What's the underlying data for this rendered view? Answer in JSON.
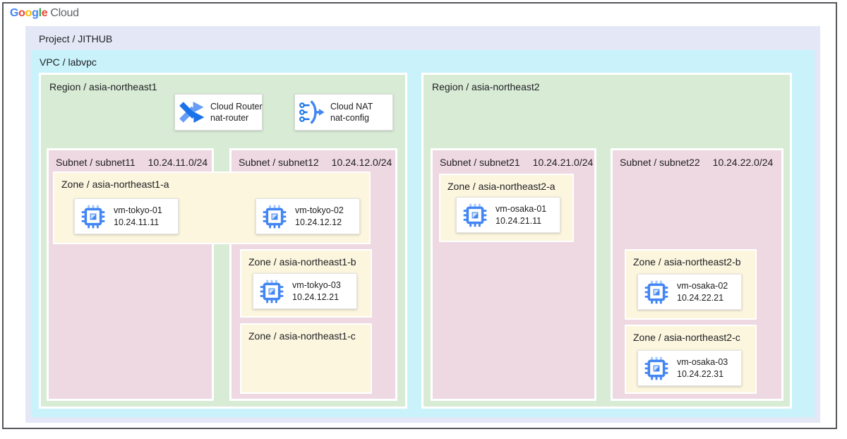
{
  "logo": {
    "google_letters": [
      {
        "ch": "G",
        "color": "#4285F4"
      },
      {
        "ch": "o",
        "color": "#EA4335"
      },
      {
        "ch": "o",
        "color": "#FBBC05"
      },
      {
        "ch": "g",
        "color": "#4285F4"
      },
      {
        "ch": "l",
        "color": "#34A853"
      },
      {
        "ch": "e",
        "color": "#EA4335"
      }
    ],
    "cloud_word": "Cloud"
  },
  "project": {
    "label": "Project / JITHUB"
  },
  "vpc": {
    "label": "VPC / labvpc"
  },
  "regions": [
    {
      "label": "Region / asia-northeast1",
      "services": [
        {
          "icon": "cloud-router-icon",
          "title": "Cloud Router",
          "name": "nat-router"
        },
        {
          "icon": "cloud-nat-icon",
          "title": "Cloud NAT",
          "name": "nat-config"
        }
      ],
      "subnets": [
        {
          "name": "Subnet / subnet11",
          "cidr": "10.24.11.0/24"
        },
        {
          "name": "Subnet / subnet12",
          "cidr": "10.24.12.0/24"
        }
      ],
      "zones": [
        {
          "name": "Zone / asia-northeast1-a",
          "vms": [
            {
              "icon": "compute-engine-icon",
              "name": "vm-tokyo-01",
              "ip": "10.24.11.11"
            },
            {
              "icon": "compute-engine-icon",
              "name": "vm-tokyo-02",
              "ip": "10.24.12.12"
            }
          ]
        },
        {
          "name": "Zone / asia-northeast1-b",
          "vms": [
            {
              "icon": "compute-engine-icon",
              "name": "vm-tokyo-03",
              "ip": "10.24.12.21"
            }
          ]
        },
        {
          "name": "Zone / asia-northeast1-c",
          "vms": []
        }
      ]
    },
    {
      "label": "Region / asia-northeast2",
      "services": [],
      "subnets": [
        {
          "name": "Subnet / subnet21",
          "cidr": "10.24.21.0/24"
        },
        {
          "name": "Subnet / subnet22",
          "cidr": "10.24.22.0/24"
        }
      ],
      "zones": [
        {
          "name": "Zone / asia-northeast2-a",
          "vms": [
            {
              "icon": "compute-engine-icon",
              "name": "vm-osaka-01",
              "ip": "10.24.21.11"
            }
          ]
        },
        {
          "name": "Zone / asia-northeast2-b",
          "vms": [
            {
              "icon": "compute-engine-icon",
              "name": "vm-osaka-02",
              "ip": "10.24.22.21"
            }
          ]
        },
        {
          "name": "Zone / asia-northeast2-c",
          "vms": [
            {
              "icon": "compute-engine-icon",
              "name": "vm-osaka-03",
              "ip": "10.24.22.31"
            }
          ]
        }
      ]
    }
  ],
  "palette": {
    "frame_border": "#56575b",
    "project_bg": "#e4e8f6",
    "vpc_bg": "#c9f2fb",
    "region_bg": "#d8ebd5",
    "subnet_bg": "#eed8e1",
    "zone_bg": "#fcf6df",
    "card_bg": "#ffffff",
    "icon_blue": "#4285f4",
    "icon_blue_dark": "#1a73e8",
    "icon_blue_light": "#669df6",
    "logo_gray": "#5f6368",
    "text": "#202124"
  }
}
